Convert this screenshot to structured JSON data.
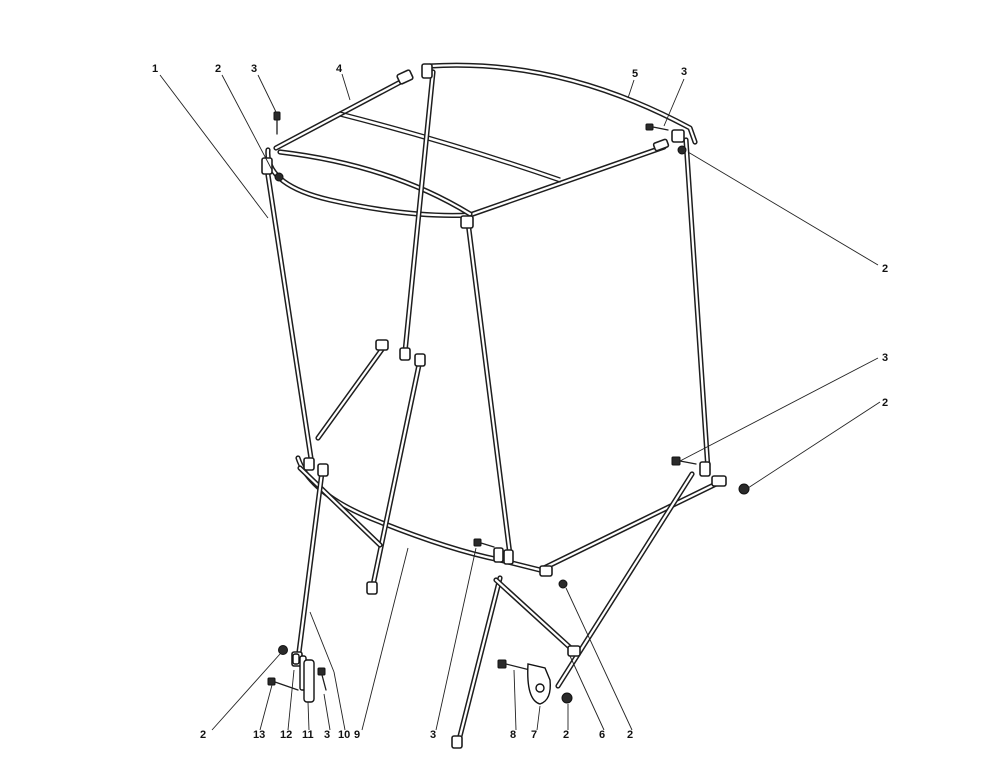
{
  "figure": {
    "type": "exploded-parts-diagram",
    "subject": "tubular frame assembly",
    "line_color": "#1e1e1e",
    "background": "#ffffff"
  },
  "callouts": {
    "c1": "1",
    "c2_top": "2",
    "c3_top": "3",
    "c4": "4",
    "c5": "5",
    "c3_top_right": "3",
    "c2_right_upper": "2",
    "c3_right_mid": "3",
    "c2_right_mid": "2",
    "c2_bottom_left": "2",
    "c13": "13",
    "c12": "12",
    "c11": "11",
    "c3_bottom_left": "3",
    "c10": "10",
    "c9": "9",
    "c3_bottom_mid": "3",
    "c8": "8",
    "c7": "7",
    "c2_bottom_mid": "2",
    "c6": "6",
    "c2_bottom_right": "2"
  }
}
